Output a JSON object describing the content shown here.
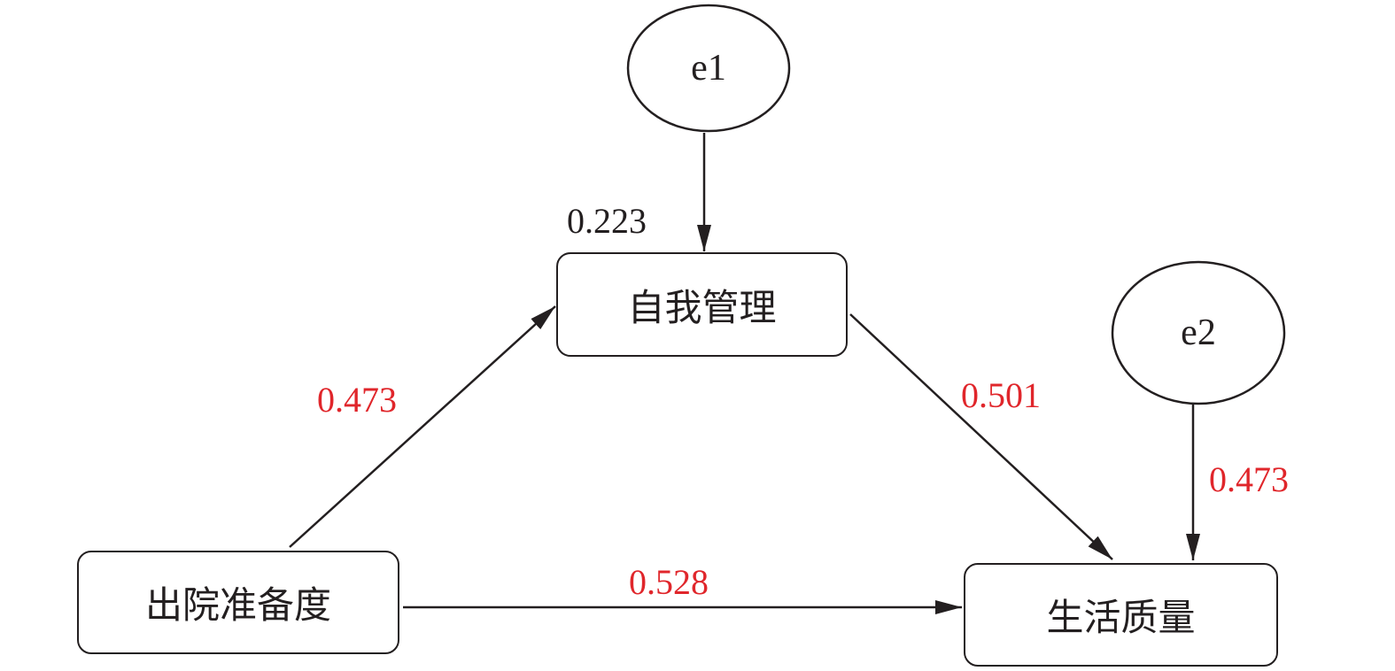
{
  "nodes": {
    "e1": "e1",
    "e2": "e2",
    "self_management": "自我管理",
    "discharge_readiness": "出院准备度",
    "quality_of_life": "生活质量"
  },
  "paths": {
    "e1_to_self_management": "0.223",
    "discharge_to_self_management": "0.473",
    "self_management_to_quality": "0.501",
    "e2_to_quality": "0.473",
    "discharge_to_quality": "0.528"
  },
  "colors": {
    "coefficient": "#e0262b",
    "stroke": "#231f20"
  }
}
